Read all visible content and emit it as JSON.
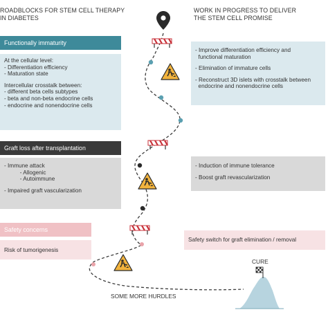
{
  "left_header": {
    "line1": "ROADBLOCKS FOR STEM CELL THERAPY",
    "line2": "IN DIABETES"
  },
  "right_header": {
    "line1": "WORK IN PROGRESS TO DELIVER",
    "line2": "THE STEM CELL PROMISE"
  },
  "section1": {
    "band": "Functionally immaturity",
    "lines": [
      "At the cellular level:",
      "- Differentiation efficiency",
      "- Maturation state",
      "",
      "Intercellular crosstalk between:",
      "- different beta cells subtypes",
      "- beta and non-beta endocrine cells",
      "- endocrine and nonendocrine cells"
    ],
    "solutions": [
      "- Improve differentiation efficiency and",
      "  functional maturation",
      "",
      "- Elimination of immature cells",
      "",
      "- Reconstruct 3D islets with crosstalk between",
      "  endocrine and nonendocrine cells"
    ],
    "colors": {
      "band": "#3e8a9a",
      "box": "#dbe9ee"
    }
  },
  "section2": {
    "band": "Graft loss after transplantation",
    "lines": [
      "- Immune attack",
      "          - Allogenic",
      "          - Autoimmune",
      "",
      "- Impaired graft vascularization"
    ],
    "solutions": [
      "- Induction of immune tolerance",
      "",
      "- Boost graft revascularization"
    ],
    "colors": {
      "band": "#3a3a3a",
      "box": "#d9d9d9"
    }
  },
  "section3": {
    "band": "Safety concerns",
    "lines": [
      "Risk of tumorigenesis"
    ],
    "solutions": [
      "Safety switch for graft elimination / removal"
    ],
    "colors": {
      "band": "#f0c1c5",
      "box": "#f7e2e4"
    }
  },
  "road": {
    "cure_label": "CURE",
    "hurdles_label": "SOME MORE HURDLES"
  },
  "icons": [
    "location-pin-icon",
    "roadblock-barrier-icon",
    "road-work-warning-icon",
    "finish-flag-icon"
  ]
}
